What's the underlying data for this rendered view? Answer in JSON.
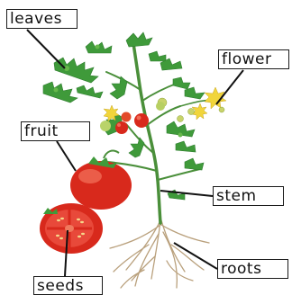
{
  "labels": {
    "leaves": "leaves",
    "flower": "flower",
    "fruit": "fruit",
    "stem": "stem",
    "roots": "roots",
    "seeds": "seeds"
  },
  "colors": {
    "leaf_green": "#3f9a3a",
    "leaf_dark": "#2e7d2e",
    "stem_green": "#4a8f3a",
    "tomato_red": "#d8291c",
    "tomato_highlight": "#f06a55",
    "flower_yellow": "#f1d53b",
    "root_tan": "#b9a07c",
    "leader_line": "#111111"
  }
}
